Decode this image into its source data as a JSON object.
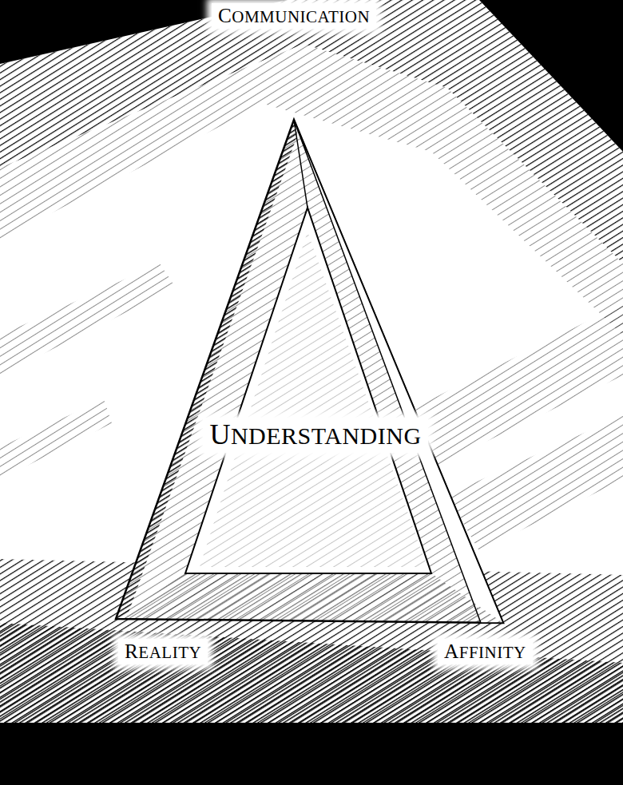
{
  "diagram": {
    "nodes": [
      {
        "text": [
          "UNDERSTANDING"
        ]
      }
    ],
    "labels": [
      "COMMUNICATION",
      "REALITY",
      "AFFINITY"
    ]
  }
}
